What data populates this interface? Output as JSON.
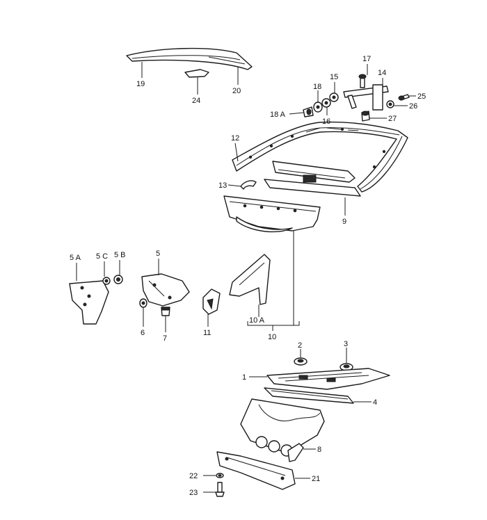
{
  "diagram": {
    "callouts": {
      "c1": "1",
      "c2": "2",
      "c3": "3",
      "c4": "4",
      "c5": "5",
      "c5a": "5 A",
      "c5b": "5 B",
      "c5c": "5 C",
      "c6": "6",
      "c7": "7",
      "c8": "8",
      "c9": "9",
      "c10": "10",
      "c10a": "10 A",
      "c11": "11",
      "c12": "12",
      "c13": "13",
      "c14": "14",
      "c15": "15",
      "c16": "16",
      "c17": "17",
      "c18": "18",
      "c18a": "18 A",
      "c19": "19",
      "c20": "20",
      "c21": "21",
      "c22": "22",
      "c23": "23",
      "c24": "24",
      "c25": "25",
      "c26": "26",
      "c27": "27"
    }
  }
}
